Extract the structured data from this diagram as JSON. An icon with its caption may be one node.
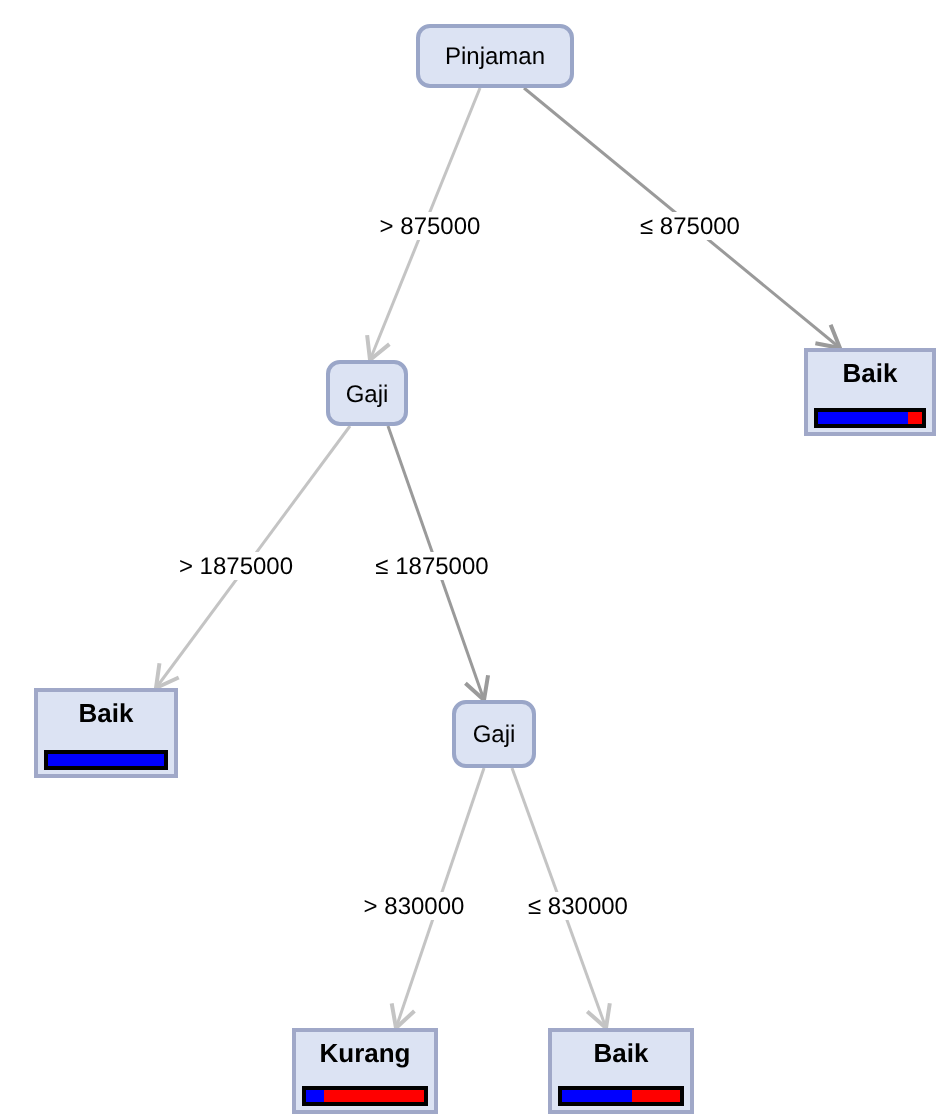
{
  "diagram": {
    "nodes": [
      {
        "text": [
          "Pinjaman"
        ]
      },
      {
        "text": [
          "Gaji"
        ]
      },
      {
        "text": [
          "Baik"
        ]
      },
      {
        "text": [
          "Baik"
        ]
      },
      {
        "text": [
          "Gaji"
        ]
      },
      {
        "text": [
          "Kurang"
        ]
      },
      {
        "text": [
          "Baik"
        ]
      }
    ],
    "edges": [
      {
        "from": 0,
        "to": 1,
        "arrow": "to",
        "label": "> 875000"
      },
      {
        "from": 0,
        "to": 2,
        "arrow": "to",
        "label": "≤ 875000",
        "color": "#9a9a9a"
      },
      {
        "from": 1,
        "to": 3,
        "arrow": "to",
        "label": "> 1875000"
      },
      {
        "from": 1,
        "to": 4,
        "arrow": "to",
        "label": "≤ 1875000",
        "color": "#9a9a9a"
      },
      {
        "from": 4,
        "to": 5,
        "arrow": "to",
        "label": "> 830000"
      },
      {
        "from": 4,
        "to": 6,
        "arrow": "to",
        "label": "≤ 830000"
      }
    ]
  }
}
